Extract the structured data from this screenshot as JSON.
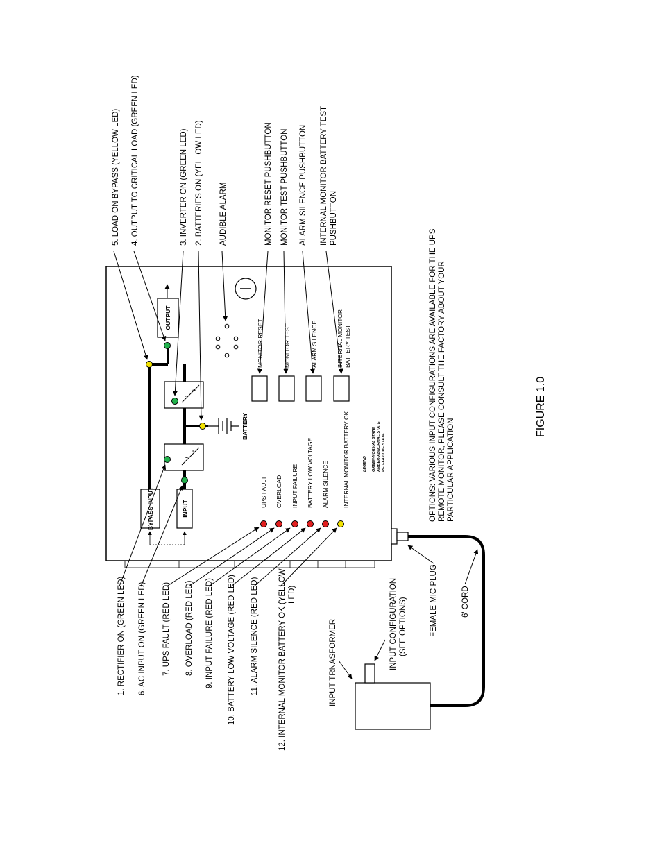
{
  "panel": {
    "blocks": {
      "bypass_input": "BYPASS INPUT",
      "input": "INPUT",
      "output": "OUTPUT",
      "battery": "BATTERY"
    },
    "status_labels": [
      "UPS FAULT",
      "OVERLOAD",
      "INPUT FAILURE",
      "BATTERY LOW VOLTAGE",
      "ALARM SILENCE",
      "INTERNAL MONITOR BATTERY OK"
    ],
    "pushbutton_labels": [
      "MONITOR RESET",
      "MONITOR TEST",
      "ALARM SILENCE",
      "INTERNAL MONITOR",
      "BATTERY TEST"
    ],
    "legend": {
      "title": "LEGEND",
      "items": [
        "GREEN-NORMAL STATE",
        "AMBER-ABNORMAL STATE",
        "RED-FAILURE STATE"
      ]
    }
  },
  "callouts_top": [
    "5.  LOAD ON BYPASS (YELLOW LED)",
    "4.  OUTPUT TO CRITICAL LOAD (GREEN LED)",
    "3.  INVERTER ON (GREEN LED)",
    "2.  BATTERIES ON (YELLOW LED)",
    "AUDIBLE ALARM",
    "MONITOR RESET PUSHBUTTON",
    "MONITOR TEST PUSHBUTTON",
    "ALARM SILENCE PUSHBUTTON",
    "INTERNAL MONITOR BATTERY TEST",
    "PUSHBUTTON"
  ],
  "callouts_bottom": [
    "1.  RECTIFIER ON (GREEN LED)",
    "6.  AC INPUT ON (GREEN LED)",
    "7.  UPS FAULT (RED LED)",
    "8.  OVERLOAD (RED LED)",
    "9.  INPUT FAILURE (RED LED)",
    "10. BATTERY LOW VOLTAGE (RED LED)",
    "11.  ALARM SILENCE (RED LED)",
    "12. INTERNAL MONITOR BATTERY OK (YELLOW",
    "LED)"
  ],
  "accessories": {
    "female_mic_plug": "FEMALE MIC PLUG",
    "cord": "6' CORD",
    "input_configuration": "INPUT CONFIGURATION",
    "see_options": "(SEE OPTIONS)",
    "input_transformer": "INPUT TRNASFORMER"
  },
  "options_note": [
    "OPTIONS:  VARIOUS INPUT CONFIGURATIONS ARE AVAILABLE FOR THE UPS",
    "REMOTE MONITOR,  PLEASE CONSULT THE FACTORY ABOUT YOUR",
    "PARTICULAR APPLICATION"
  ],
  "figure_title": "FIGURE 1.0",
  "colors": {
    "green_led": "#22b14c",
    "yellow_led": "#f2e200",
    "red_led": "#e02020"
  }
}
